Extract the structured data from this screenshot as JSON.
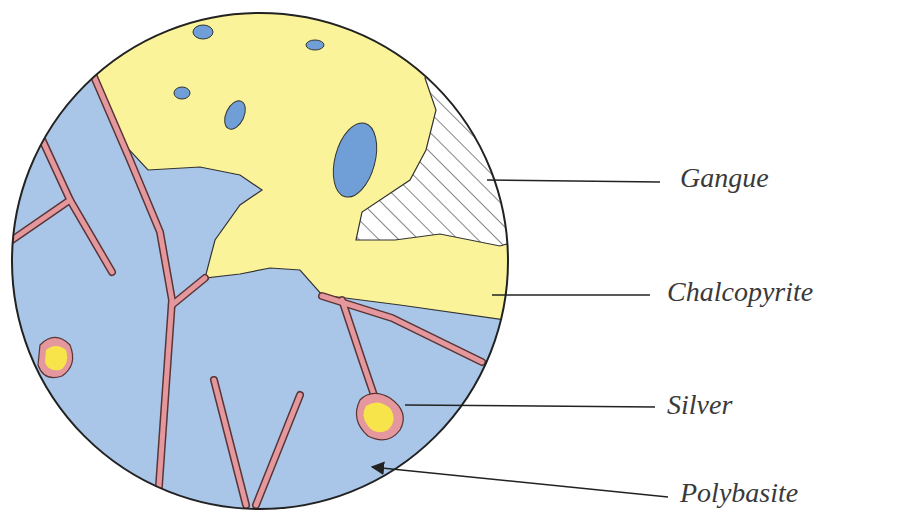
{
  "diagram": {
    "labels": [
      "Gangue",
      "Chalcopyrite",
      "Silver",
      "Polybasite"
    ]
  }
}
